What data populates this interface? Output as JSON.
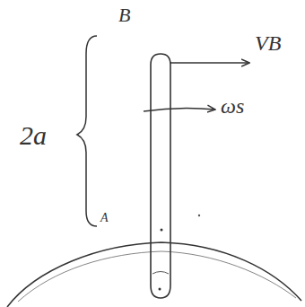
{
  "diagram": {
    "labels": [
      "B",
      "VB",
      "ωs",
      "2a",
      "A"
    ]
  }
}
